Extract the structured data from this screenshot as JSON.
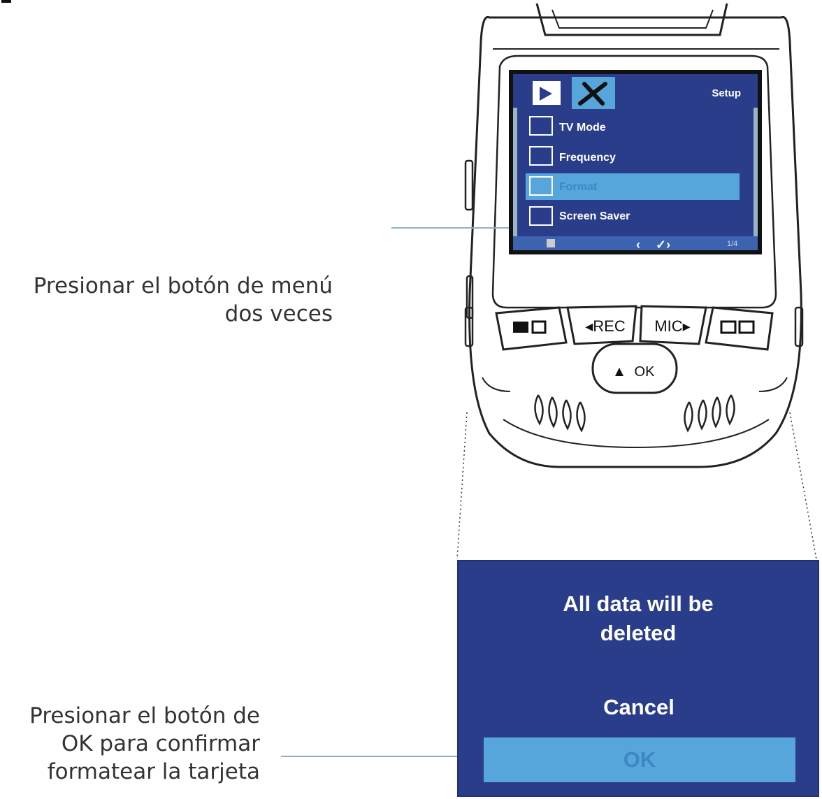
{
  "callouts": {
    "menu_line1": "Presionar el botón de menú",
    "menu_line2": "dos veces",
    "ok_line1": "Presionar el botón de",
    "ok_line2": "OK para confirmar",
    "ok_line3": "formatear la tarjeta"
  },
  "device_screen": {
    "header_title": "Setup",
    "menu_items": [
      {
        "label": "TV Mode",
        "icon": "tv-icon",
        "selected": false
      },
      {
        "label": "Frequency",
        "icon": "hz-icon",
        "selected": false
      },
      {
        "label": "Format",
        "icon": "format-icon",
        "selected": true
      },
      {
        "label": "Screen Saver",
        "icon": "screen-saver-icon",
        "selected": false
      }
    ],
    "page_indicator": "1/4"
  },
  "device_buttons": {
    "rec": "◂REC",
    "mic": "MIC▸",
    "ok": "OK"
  },
  "dialog": {
    "message_line1": "All data will be",
    "message_line2": "deleted",
    "cancel_label": "Cancel",
    "ok_label": "OK"
  },
  "colors": {
    "screen_blue": "#2a3d8a",
    "highlight_blue": "#56a6dc",
    "leader_line": "#8fb3bd"
  }
}
